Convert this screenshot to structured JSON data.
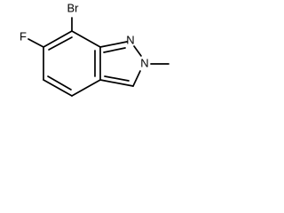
{
  "molecule": {
    "atoms": {
      "bromine": "Br",
      "fluorine": "F",
      "nitrogen_1": "N",
      "nitrogen_2": "N"
    }
  }
}
